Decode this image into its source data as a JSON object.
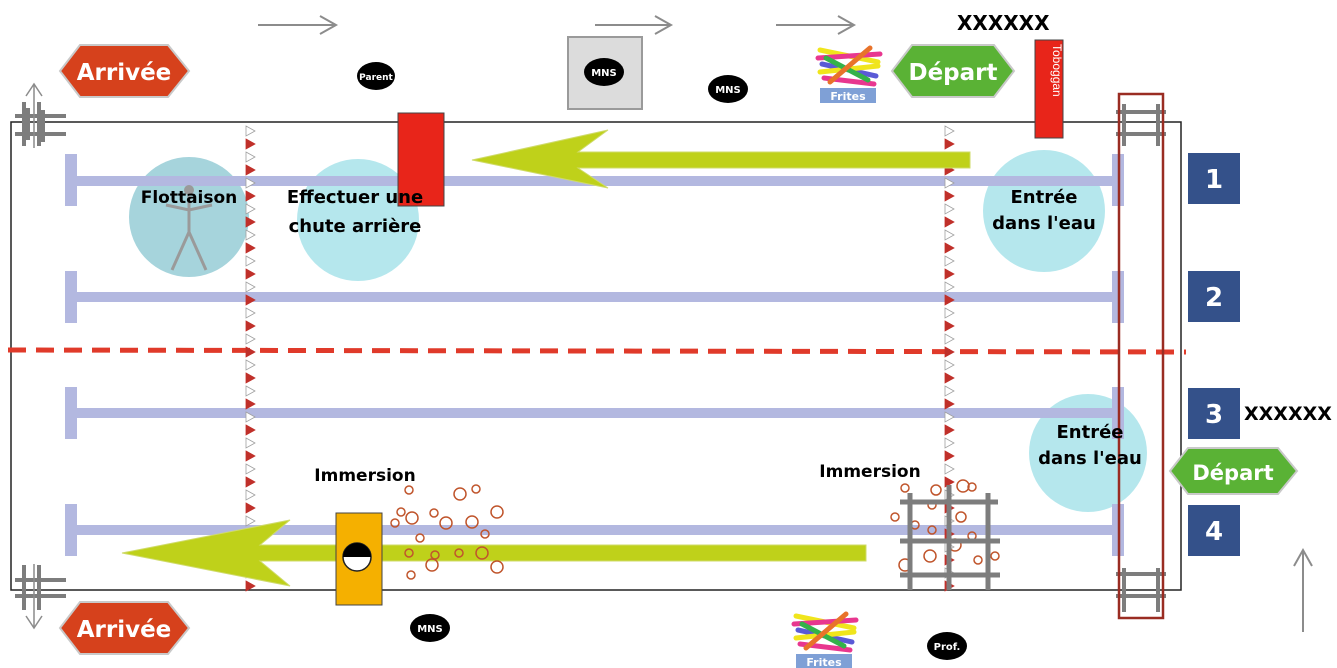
{
  "top_label": "XXXXXX",
  "side_label": "XXXXXX",
  "arrivee_top": "Arrivée",
  "arrivee_bottom": "Arrivée",
  "depart_top": "Départ",
  "depart_right": "Départ",
  "toboggan": "Toboggan",
  "parent": "Parent",
  "prof": "Prof.",
  "mns": "MNS",
  "frites": "Frites",
  "stations": {
    "flottaison": "Flottaison",
    "chute_1": "Effectuer une",
    "chute_2": "chute arrière",
    "entree_1": "Entrée",
    "entree_2": "dans l'eau",
    "immersion": "Immersion"
  },
  "lanes": [
    "1",
    "2",
    "3",
    "4"
  ],
  "colors": {
    "arrivee": "#d6411c",
    "depart": "#5ab235",
    "lane_badge": "#34518a",
    "lane_line": "#b3b8e0",
    "swim_arrow": "#bfd11a",
    "circle": "#a8e3ea",
    "divider": "#e03a2a",
    "red_block": "#e8251a",
    "yellow_block": "#f5b000",
    "bubble": "#c0552c",
    "frame": "#9a2c22"
  }
}
